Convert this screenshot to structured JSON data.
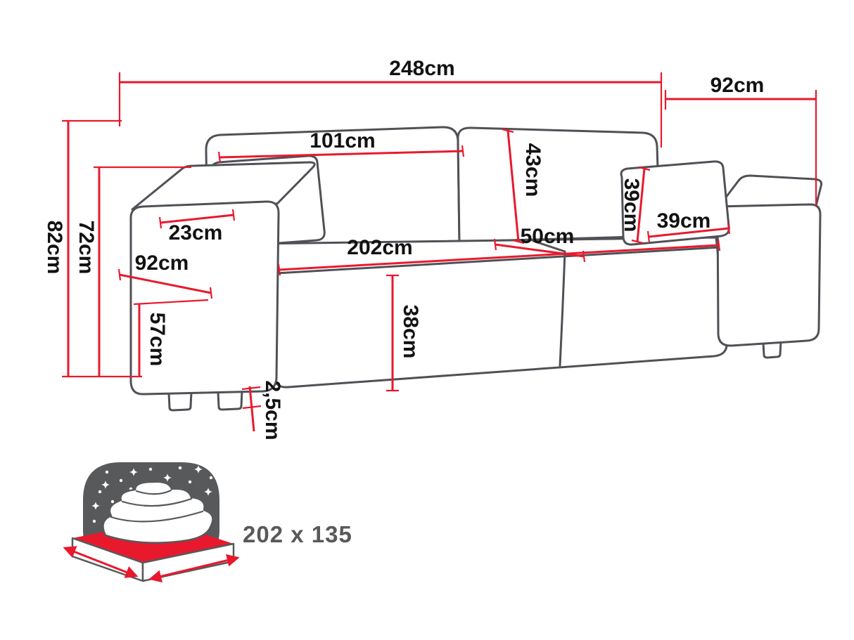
{
  "diagram": {
    "title": "sofa-dimension-diagram",
    "labels": {
      "total_width": "248cm",
      "total_depth": "92cm",
      "total_height": "82cm",
      "backrest_height": "72cm",
      "back_cushion_width": "101cm",
      "back_cushion_height": "43cm",
      "armrest_width": "23cm",
      "armrest_depth": "92cm",
      "armrest_height": "57cm",
      "seat_width": "202cm",
      "seat_depth": "50cm",
      "seat_height": "38cm",
      "pillow_height": "39cm",
      "pillow_width": "39cm",
      "leg_height": "2,5cm",
      "sleeping_area": "202 x 135"
    },
    "icons": {
      "sleeping_area": "bed-with-night-sky-icon"
    },
    "colors": {
      "dimension": "#e8192d",
      "outline": "#505156",
      "label_text": "#121212",
      "icon_fill": "#58595b",
      "icon_text": "#58595b"
    }
  }
}
